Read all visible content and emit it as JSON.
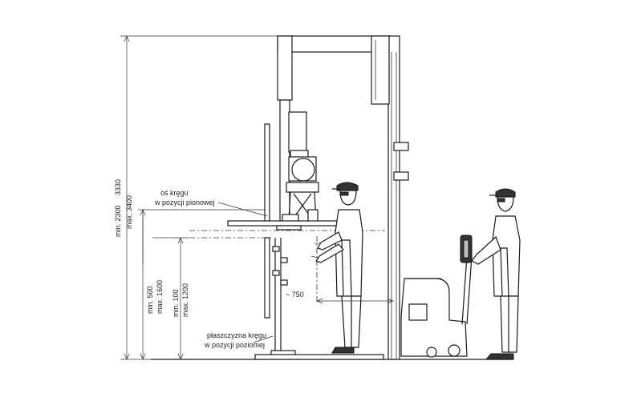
{
  "labels": {
    "axis_vertical_line1": "oś kręgu",
    "axis_vertical_line2": "w pozycji pionowej",
    "surface_horizontal_line1": "płaszczyzna kręgu",
    "surface_horizontal_line2": "w pozycji poziomej",
    "reach_dim": "~ 750"
  },
  "dimensions": {
    "total_height_min": "min. 2300",
    "total_height_val": "3330",
    "total_height_max": "max. 3400",
    "axis_height_min": "min. 500",
    "axis_height_max": "max. 1600",
    "surface_height_min": "min. 100",
    "surface_height_max": "max. 1200"
  }
}
